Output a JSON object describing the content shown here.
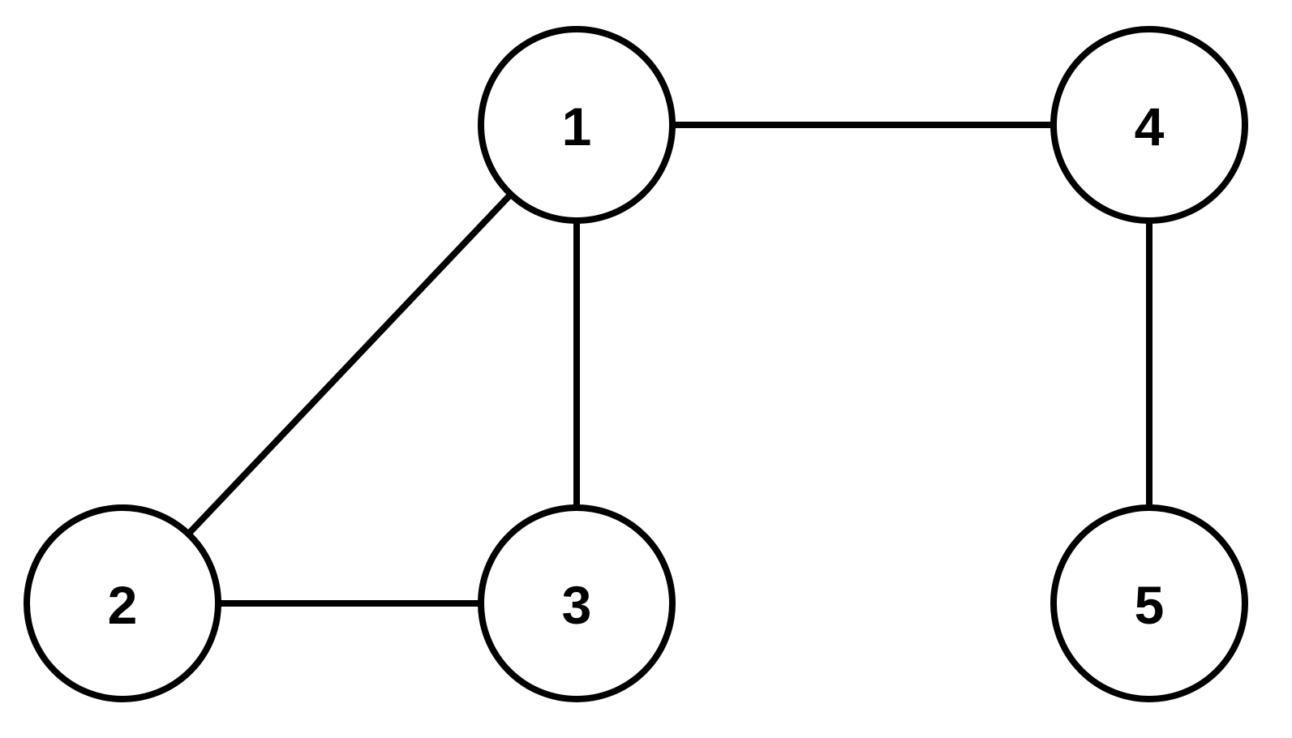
{
  "graph": {
    "nodes": [
      {
        "id": "1",
        "label": "1"
      },
      {
        "id": "2",
        "label": "2"
      },
      {
        "id": "3",
        "label": "3"
      },
      {
        "id": "4",
        "label": "4"
      },
      {
        "id": "5",
        "label": "5"
      }
    ],
    "edges": [
      {
        "from": "1",
        "to": "4"
      },
      {
        "from": "1",
        "to": "2"
      },
      {
        "from": "1",
        "to": "3"
      },
      {
        "from": "2",
        "to": "3"
      },
      {
        "from": "4",
        "to": "5"
      }
    ],
    "colors": {
      "stroke": "#000000",
      "fill": "#ffffff",
      "text": "#000000"
    }
  }
}
